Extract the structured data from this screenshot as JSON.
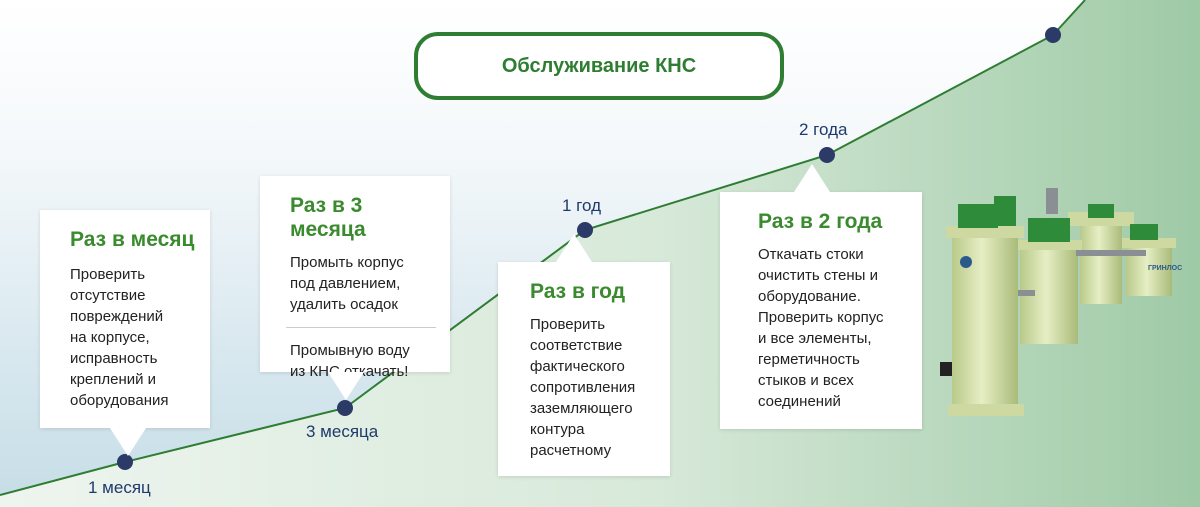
{
  "title": "Обслуживание КНС",
  "milestones": [
    {
      "label": "1 месяц"
    },
    {
      "label": "3 месяца"
    },
    {
      "label": "1 год"
    },
    {
      "label": "2 года"
    }
  ],
  "cards": [
    {
      "heading": "Раз в месяц",
      "text": "Проверить\nотсутствие\nповреждений\nна корпусе,\nисправность\nкреплений и\nоборудования"
    },
    {
      "heading": "Раз в 3 месяца",
      "text": "Промыть корпус\nпод давлением,\nудалить осадок",
      "text2": "Промывную воду\nиз КНС откачать!"
    },
    {
      "heading": "Раз в год",
      "text": "Проверить\nсоответствие\nфактического\nсопротивления\nзаземляющего\nконтура\nрасчетному"
    },
    {
      "heading": "Раз в 2 года",
      "text": "Откачать стоки\nочистить стены и\nоборудование.\nПроверить корпус\nи все элементы,\nгерметичность\nстыков и всех\nсоединений"
    }
  ],
  "product": {
    "brand": "ГРИНЛОС"
  },
  "colors": {
    "accent_green": "#2e7d32",
    "dot_navy": "#2b3a66"
  }
}
